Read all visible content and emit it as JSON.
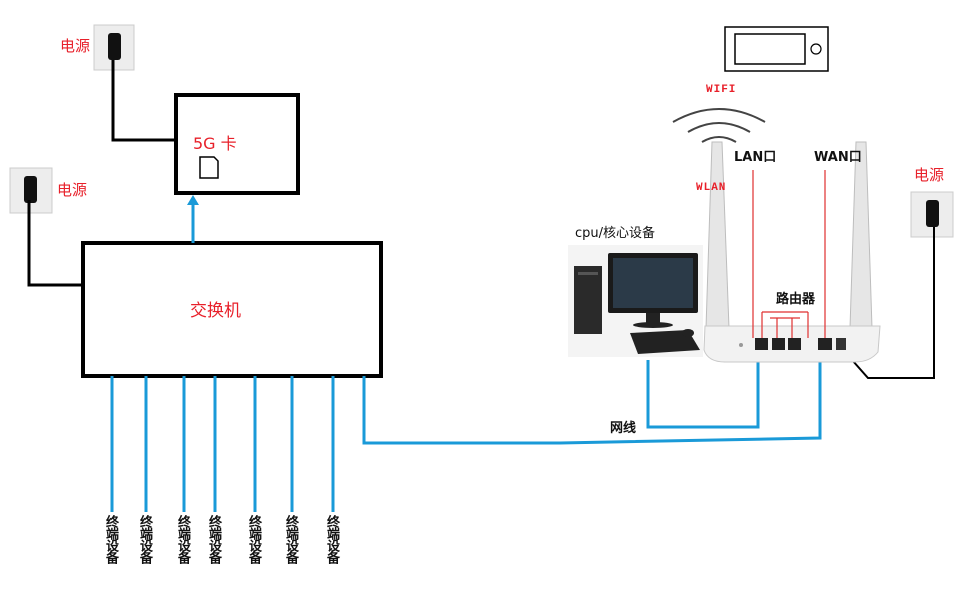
{
  "labels": {
    "power_1": "电源",
    "power_2": "电源",
    "power_3": "电源",
    "card": "5G 卡",
    "switch": "交换机",
    "wifi": "WIFI",
    "wlan": "WLAN",
    "lan_port": "LAN口",
    "wan_port": "WAN口",
    "router": "路由器",
    "cpu": "cpu/核心设备",
    "cable": "网线"
  },
  "terminals": [
    "终端设备",
    "终端设备",
    "终端设备",
    "终端设备",
    "终端设备",
    "终端设备",
    "终端设备"
  ],
  "colors": {
    "cable_blue": "#1a9ad8",
    "label_red": "#e8202a",
    "line_black": "#000000",
    "port_red": "#e03030"
  }
}
